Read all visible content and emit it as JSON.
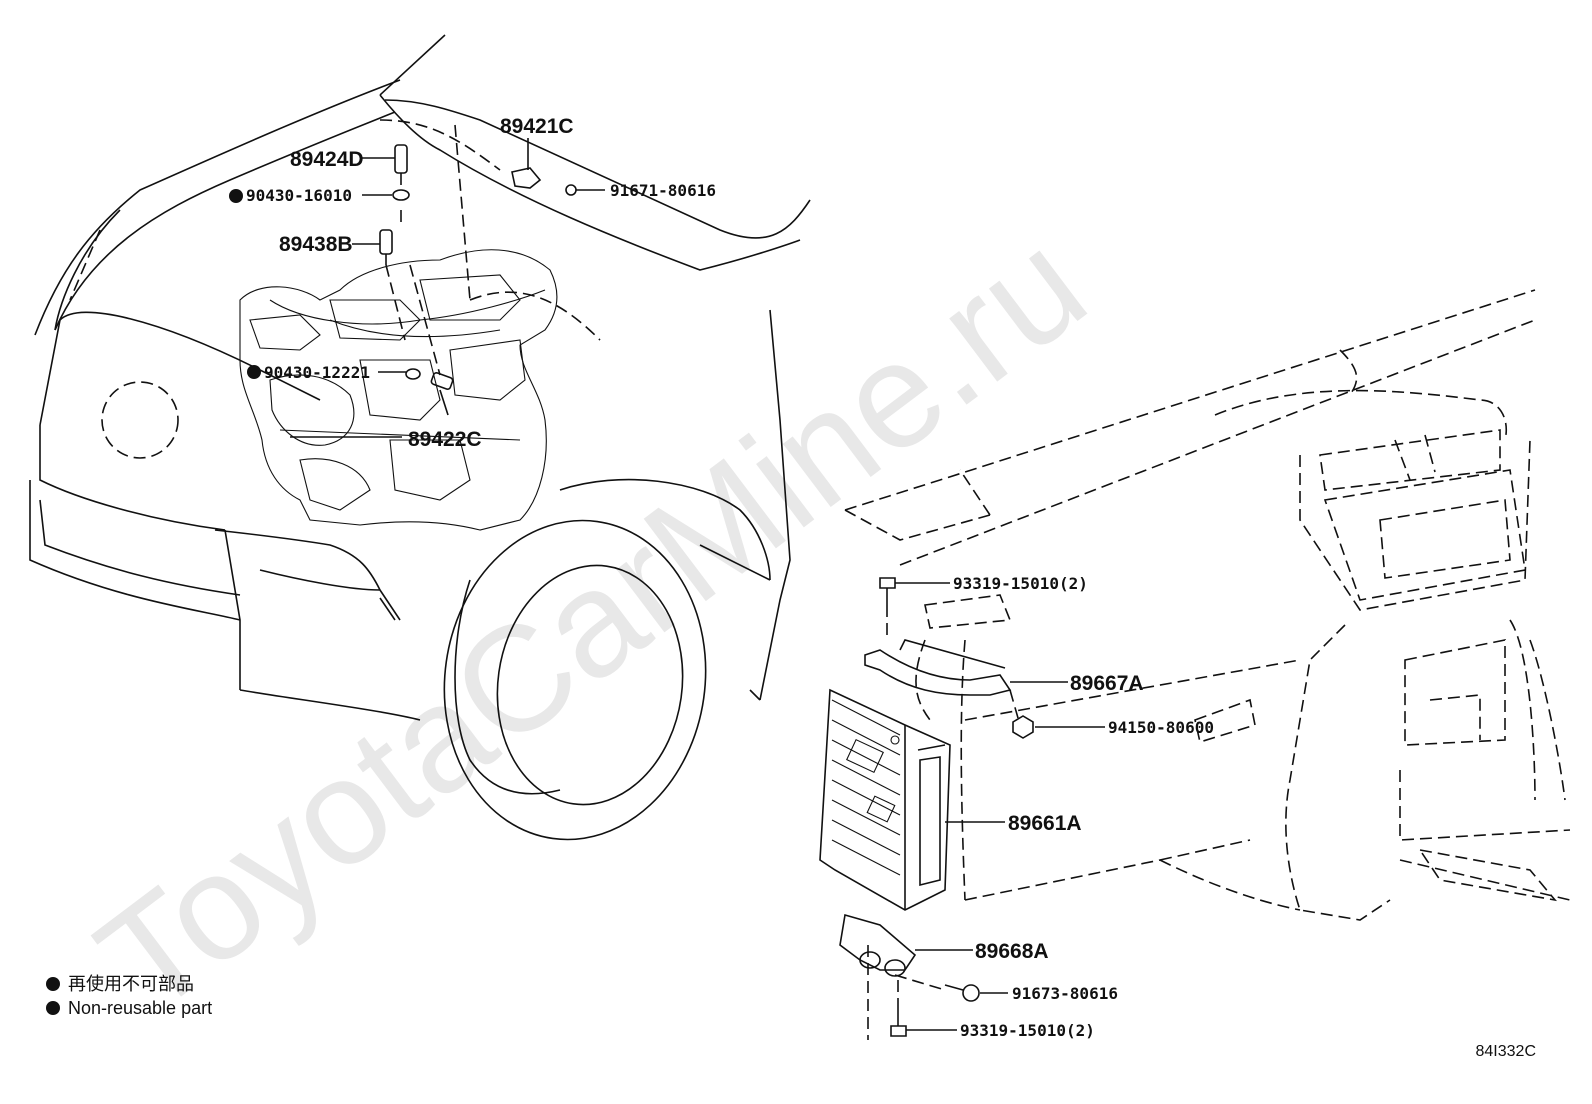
{
  "watermark": "ToyotaCarMine.ru",
  "labels": {
    "p89421C": "89421C",
    "p91671": "91671-80616",
    "p89424D": "89424D",
    "p90430_16010": "90430-16010",
    "p89438B": "89438B",
    "p90430_12221": "90430-12221",
    "p89422C": "89422C",
    "p93319_top": "93319-15010(2)",
    "p89667A": "89667A",
    "p94150": "94150-80600",
    "p89661A": "89661A",
    "p89668A": "89668A",
    "p91673": "91673-80616",
    "p93319_bottom": "93319-15010(2)"
  },
  "legend": {
    "jp": "再使用不可部品",
    "en": "Non-reusable part"
  },
  "diagram_code": "84I332C",
  "colors": {
    "ink": "#111111",
    "watermark": "#e6e6e6",
    "background": "#ffffff"
  }
}
